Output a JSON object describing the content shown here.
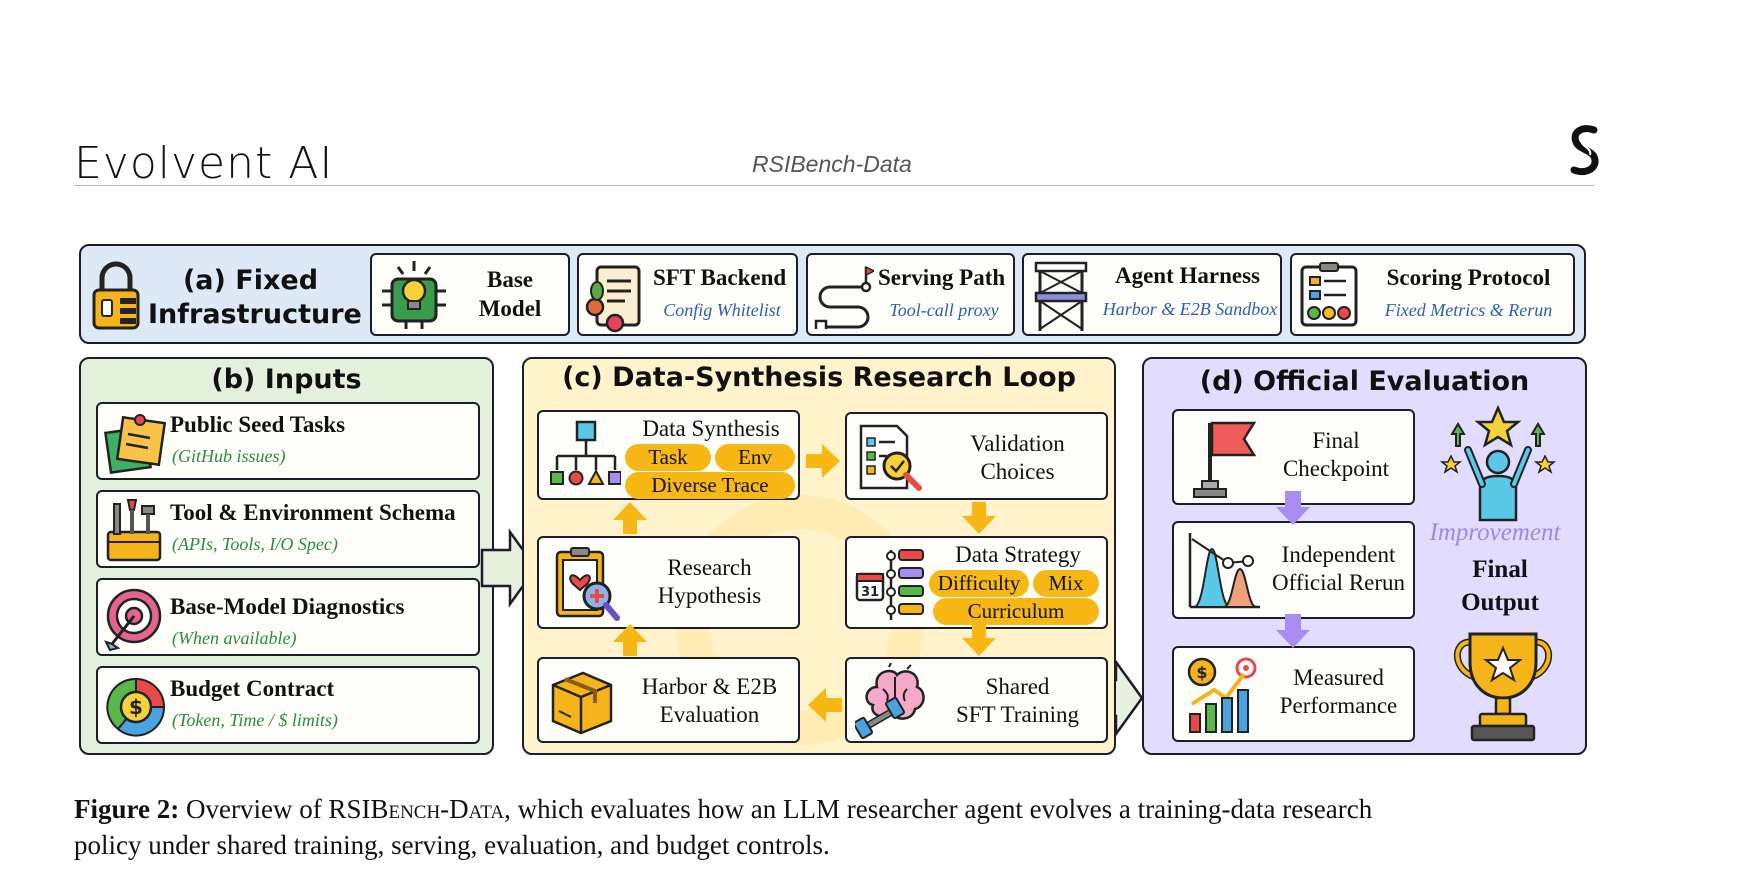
{
  "header": {
    "brand": "Evolvent AI",
    "running_title": "RSIBench-Data"
  },
  "panel_a": {
    "title_line1": "(a) Fixed",
    "title_line2": "Infrastructure",
    "items": [
      {
        "title_line1": "Base",
        "title_line2": "Model",
        "icon": "chip-bulb-icon"
      },
      {
        "title": "SFT Backend",
        "subtitle": "Config Whitelist",
        "icon": "recipe-scroll-icon"
      },
      {
        "title": "Serving Path",
        "subtitle": "Tool-call proxy",
        "icon": "route-flag-icon"
      },
      {
        "title": "Agent Harness",
        "subtitle": "Harbor & E2B Sandbox",
        "icon": "scaffold-icon"
      },
      {
        "title": "Scoring Protocol",
        "subtitle": "Fixed Metrics & Rerun",
        "icon": "rating-clipboard-icon"
      }
    ]
  },
  "panel_b": {
    "title": "(b) Inputs",
    "items": [
      {
        "title": "Public Seed Tasks",
        "subtitle": "(GitHub issues)",
        "icon": "sticky-notes-icon"
      },
      {
        "title": "Tool & Environment Schema",
        "subtitle": "(APIs, Tools, I/O Spec)",
        "icon": "toolbox-icon"
      },
      {
        "title": "Base-Model Diagnostics",
        "subtitle": "(When available)",
        "icon": "target-arrow-icon"
      },
      {
        "title": "Budget Contract",
        "subtitle": "(Token, Time / $ limits)",
        "icon": "budget-pie-icon"
      }
    ]
  },
  "panel_c": {
    "title": "(c) Data-Synthesis Research Loop",
    "data_synthesis": {
      "title": "Data Synthesis",
      "pills": [
        "Task",
        "Env",
        "Diverse Trace"
      ]
    },
    "validation": {
      "line1": "Validation",
      "line2": "Choices"
    },
    "hypothesis": {
      "line1": "Research",
      "line2": "Hypothesis"
    },
    "strategy": {
      "title": "Data Strategy",
      "pills": [
        "Difficulty",
        "Mix",
        "Curriculum"
      ]
    },
    "evaluation": {
      "line1": "Harbor & E2B",
      "line2": "Evaluation"
    },
    "training": {
      "line1": "Shared",
      "line2": "SFT Training"
    }
  },
  "panel_d": {
    "title": "(d) Official Evaluation",
    "final_checkpoint": {
      "line1": "Final",
      "line2": "Checkpoint"
    },
    "rerun": {
      "line1": "Independent",
      "line2": "Official Rerun"
    },
    "measured": {
      "line1": "Measured",
      "line2": "Performance"
    },
    "improvement": "Improvement",
    "final_output": {
      "line1": "Final",
      "line2": "Output"
    }
  },
  "caption": {
    "label": "Figure 2:",
    "text_before": " Overview of RSI",
    "smallcaps": "Bench-Data",
    "text_after": ", which evaluates how an LLM researcher agent evolves a training-data research",
    "line2": "policy under shared training, serving, evaluation, and budget controls."
  },
  "colors": {
    "panel_a_bg": "#dde9f6",
    "panel_b_bg": "#e3f0dc",
    "panel_c_bg": "#fff3cc",
    "panel_d_bg": "#e2dcff",
    "pill": "#f7b715",
    "arrow_yellow": "#f7b715",
    "arrow_purple": "#a98cf0",
    "subtitle_blue": "#2f5fa8",
    "subtitle_green": "#2d8a3e"
  }
}
